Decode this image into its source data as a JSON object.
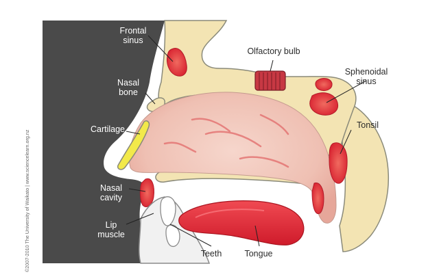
{
  "labels": {
    "frontal_sinus": [
      "Frontal",
      "sinus"
    ],
    "nasal_bone": [
      "Nasal",
      "bone"
    ],
    "cartilage": "Cartilage",
    "nasal_cavity": [
      "Nasal",
      "cavity"
    ],
    "lip_muscle": [
      "Lip",
      "muscle"
    ],
    "olfactory_bulb": "Olfactory bulb",
    "sphenoidal_sinus": [
      "Sphenoidal",
      "sinus"
    ],
    "tonsil": "Tonsil",
    "teeth": "Teeth",
    "tongue": "Tongue"
  },
  "copyright": "©2007-2010 The University of Waikato | www.sciencelearn.org.nz",
  "colors": {
    "face_background": "#4a4a4a",
    "bone": "#f3e4b3",
    "bone_outline": "#8a8a7a",
    "soft_tissue": "#efc2b6",
    "sinus_red": "#e0313a",
    "cartilage_yellow": "#f2e94a",
    "skin": "#f1f1f1"
  }
}
